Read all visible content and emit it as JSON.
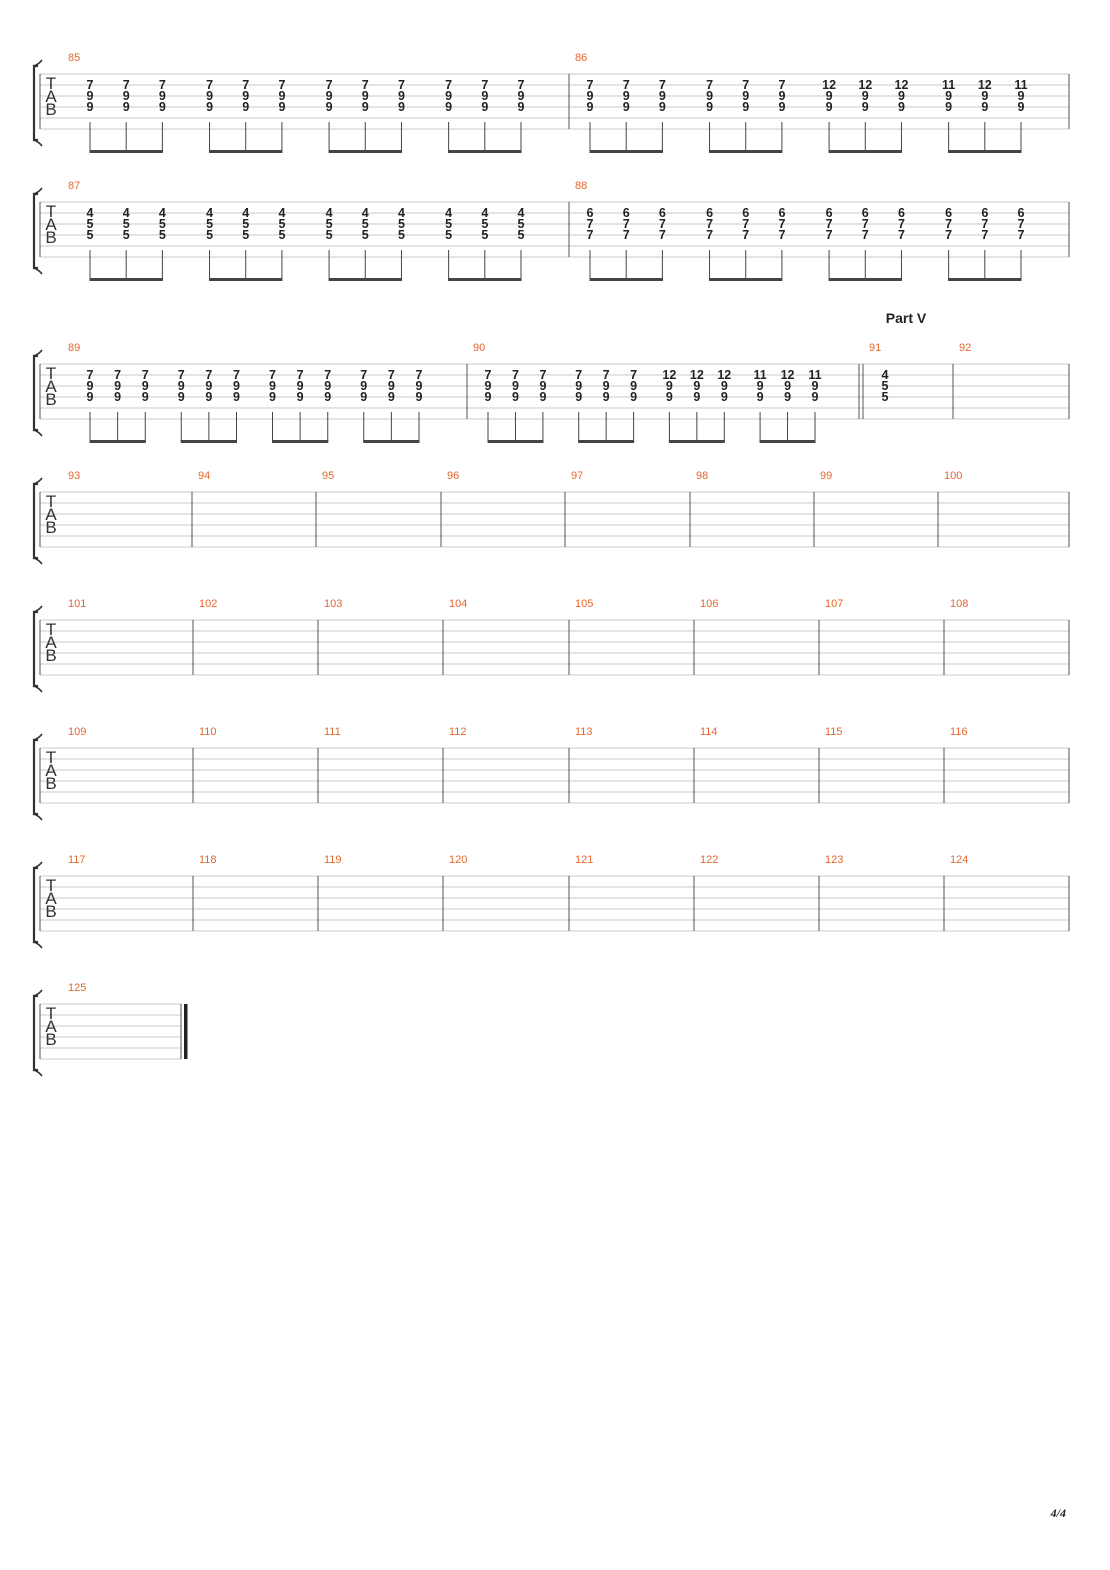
{
  "clef": [
    "T",
    "A",
    "B"
  ],
  "section_marker": {
    "label": "Part V",
    "at_measure": 91
  },
  "page_number": "4/4",
  "colors": {
    "measure_number": "#e8662e",
    "staff_line": "#c8c8c8",
    "notes": "#222222"
  },
  "systems": [
    {
      "measures": [
        {
          "number": 85,
          "beats": [
            [
              "7",
              "9",
              "9"
            ],
            [
              "7",
              "9",
              "9"
            ],
            [
              "7",
              "9",
              "9"
            ],
            [
              "7",
              "9",
              "9"
            ],
            [
              "7",
              "9",
              "9"
            ],
            [
              "7",
              "9",
              "9"
            ],
            [
              "7",
              "9",
              "9"
            ],
            [
              "7",
              "9",
              "9"
            ],
            [
              "7",
              "9",
              "9"
            ],
            [
              "7",
              "9",
              "9"
            ],
            [
              "7",
              "9",
              "9"
            ],
            [
              "7",
              "9",
              "9"
            ]
          ]
        },
        {
          "number": 86,
          "beats": [
            [
              "7",
              "9",
              "9"
            ],
            [
              "7",
              "9",
              "9"
            ],
            [
              "7",
              "9",
              "9"
            ],
            [
              "7",
              "9",
              "9"
            ],
            [
              "7",
              "9",
              "9"
            ],
            [
              "7",
              "9",
              "9"
            ],
            [
              "12",
              "9",
              "9"
            ],
            [
              "12",
              "9",
              "9"
            ],
            [
              "12",
              "9",
              "9"
            ],
            [
              "11",
              "9",
              "9"
            ],
            [
              "12",
              "9",
              "9"
            ],
            [
              "11",
              "9",
              "9"
            ]
          ]
        }
      ]
    },
    {
      "measures": [
        {
          "number": 87,
          "beats": [
            [
              "4",
              "5",
              "5"
            ],
            [
              "4",
              "5",
              "5"
            ],
            [
              "4",
              "5",
              "5"
            ],
            [
              "4",
              "5",
              "5"
            ],
            [
              "4",
              "5",
              "5"
            ],
            [
              "4",
              "5",
              "5"
            ],
            [
              "4",
              "5",
              "5"
            ],
            [
              "4",
              "5",
              "5"
            ],
            [
              "4",
              "5",
              "5"
            ],
            [
              "4",
              "5",
              "5"
            ],
            [
              "4",
              "5",
              "5"
            ],
            [
              "4",
              "5",
              "5"
            ]
          ]
        },
        {
          "number": 88,
          "beats": [
            [
              "6",
              "7",
              "7"
            ],
            [
              "6",
              "7",
              "7"
            ],
            [
              "6",
              "7",
              "7"
            ],
            [
              "6",
              "7",
              "7"
            ],
            [
              "6",
              "7",
              "7"
            ],
            [
              "6",
              "7",
              "7"
            ],
            [
              "6",
              "7",
              "7"
            ],
            [
              "6",
              "7",
              "7"
            ],
            [
              "6",
              "7",
              "7"
            ],
            [
              "6",
              "7",
              "7"
            ],
            [
              "6",
              "7",
              "7"
            ],
            [
              "6",
              "7",
              "7"
            ]
          ]
        }
      ]
    },
    {
      "measures": [
        {
          "number": 89,
          "beats": [
            [
              "7",
              "9",
              "9"
            ],
            [
              "7",
              "9",
              "9"
            ],
            [
              "7",
              "9",
              "9"
            ],
            [
              "7",
              "9",
              "9"
            ],
            [
              "7",
              "9",
              "9"
            ],
            [
              "7",
              "9",
              "9"
            ],
            [
              "7",
              "9",
              "9"
            ],
            [
              "7",
              "9",
              "9"
            ],
            [
              "7",
              "9",
              "9"
            ],
            [
              "7",
              "9",
              "9"
            ],
            [
              "7",
              "9",
              "9"
            ],
            [
              "7",
              "9",
              "9"
            ]
          ]
        },
        {
          "number": 90,
          "beats": [
            [
              "7",
              "9",
              "9"
            ],
            [
              "7",
              "9",
              "9"
            ],
            [
              "7",
              "9",
              "9"
            ],
            [
              "7",
              "9",
              "9"
            ],
            [
              "7",
              "9",
              "9"
            ],
            [
              "7",
              "9",
              "9"
            ],
            [
              "12",
              "9",
              "9"
            ],
            [
              "12",
              "9",
              "9"
            ],
            [
              "12",
              "9",
              "9"
            ],
            [
              "11",
              "9",
              "9"
            ],
            [
              "12",
              "9",
              "9"
            ],
            [
              "11",
              "9",
              "9"
            ]
          ]
        },
        {
          "number": 91,
          "beats": [
            [
              "4",
              "5",
              "5"
            ]
          ]
        },
        {
          "number": 92,
          "beats": []
        }
      ]
    },
    {
      "measures": [
        {
          "number": 93,
          "beats": []
        },
        {
          "number": 94,
          "beats": []
        },
        {
          "number": 95,
          "beats": []
        },
        {
          "number": 96,
          "beats": []
        },
        {
          "number": 97,
          "beats": []
        },
        {
          "number": 98,
          "beats": []
        },
        {
          "number": 99,
          "beats": []
        },
        {
          "number": 100,
          "beats": []
        }
      ]
    },
    {
      "measures": [
        {
          "number": 101,
          "beats": []
        },
        {
          "number": 102,
          "beats": []
        },
        {
          "number": 103,
          "beats": []
        },
        {
          "number": 104,
          "beats": []
        },
        {
          "number": 105,
          "beats": []
        },
        {
          "number": 106,
          "beats": []
        },
        {
          "number": 107,
          "beats": []
        },
        {
          "number": 108,
          "beats": []
        }
      ]
    },
    {
      "measures": [
        {
          "number": 109,
          "beats": []
        },
        {
          "number": 110,
          "beats": []
        },
        {
          "number": 111,
          "beats": []
        },
        {
          "number": 112,
          "beats": []
        },
        {
          "number": 113,
          "beats": []
        },
        {
          "number": 114,
          "beats": []
        },
        {
          "number": 115,
          "beats": []
        },
        {
          "number": 116,
          "beats": []
        }
      ]
    },
    {
      "measures": [
        {
          "number": 117,
          "beats": []
        },
        {
          "number": 118,
          "beats": []
        },
        {
          "number": 119,
          "beats": []
        },
        {
          "number": 120,
          "beats": []
        },
        {
          "number": 121,
          "beats": []
        },
        {
          "number": 122,
          "beats": []
        },
        {
          "number": 123,
          "beats": []
        },
        {
          "number": 124,
          "beats": []
        }
      ]
    },
    {
      "measures": [
        {
          "number": 125,
          "beats": []
        }
      ]
    }
  ]
}
